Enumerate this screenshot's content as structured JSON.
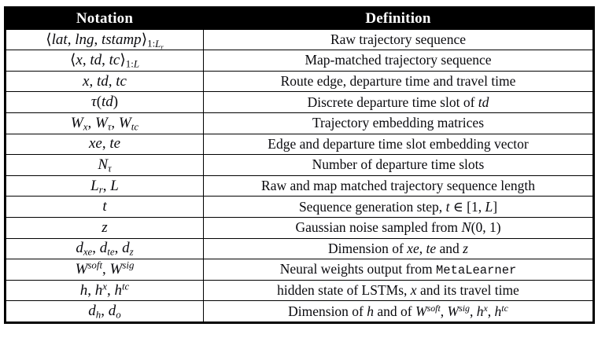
{
  "colors": {
    "header_bg": "#000000",
    "header_text": "#ffffff",
    "border": "#000000",
    "body_text": "#0a0a0e",
    "background": "#ffffff"
  },
  "table": {
    "headers": {
      "notation": "Notation",
      "definition": "Definition"
    },
    "rows": [
      {
        "notation_html": "⟨<i>lat</i>, <i>lng</i>, <i>tstamp</i>⟩<sub>1:<i>L<sub>r</sub></i></sub>",
        "definition_html": "Raw trajectory sequence"
      },
      {
        "notation_html": "⟨<i>x</i>, <i>td</i>, <i>tc</i>⟩<sub>1:<i>L</i></sub>",
        "definition_html": "Map-matched trajectory sequence"
      },
      {
        "notation_html": "<i>x</i>, <i>td</i>, <i>tc</i>",
        "definition_html": "Route edge, departure time and travel time"
      },
      {
        "notation_html": "<i>τ</i>(<i>td</i>)",
        "definition_html": "Discrete departure time slot of <i>td</i>"
      },
      {
        "notation_html": "<i>W<sub>x</sub></i>, <i>W<sub>τ</sub></i>, <i>W<sub>tc</sub></i>",
        "definition_html": "Trajectory embedding matrices"
      },
      {
        "notation_html": "<i>xe</i>, <i>te</i>",
        "definition_html": "Edge and departure time slot embedding vector"
      },
      {
        "notation_html": "<i>N<sub>τ</sub></i>",
        "definition_html": "Number of departure time slots"
      },
      {
        "notation_html": "<i>L<sub>r</sub></i>, <i>L</i>",
        "definition_html": "Raw and map matched trajectory sequence length"
      },
      {
        "notation_html": "<i>t</i>",
        "definition_html": "Sequence generation step, <i>t</i> ∈ [1, <i>L</i>]"
      },
      {
        "notation_html": "<i>z</i>",
        "definition_html": "Gaussian noise sampled from <span class='cal'>N</span>(0, 1)"
      },
      {
        "notation_html": "<i>d<sub>xe</sub></i>, <i>d<sub>te</sub></i>, <i>d<sub>z</sub></i>",
        "definition_html": "Dimension of <i>xe</i>, <i>te</i> and <i>z</i>"
      },
      {
        "notation_html": "<i>W<sup>soft</sup></i>, <i>W<sup>sig</sup></i>",
        "definition_html": "Neural weights output from <span class='mono'>MetaLearner</span>"
      },
      {
        "notation_html": "<i>h</i>, <i>h<sup>x</sup></i>, <i>h<sup>tc</sup></i>",
        "definition_html": "hidden state of LSTMs, <i>x</i> and its travel time"
      },
      {
        "notation_html": "<i>d<sub>h</sub></i>, <i>d<sub>o</sub></i>",
        "definition_html": "Dimension of <i>h</i> and of <i>W<sup>soft</sup></i>, <i>W<sup>sig</sup></i>, <i>h<sup>x</sup></i>, <i>h<sup>tc</sup></i>"
      }
    ]
  }
}
